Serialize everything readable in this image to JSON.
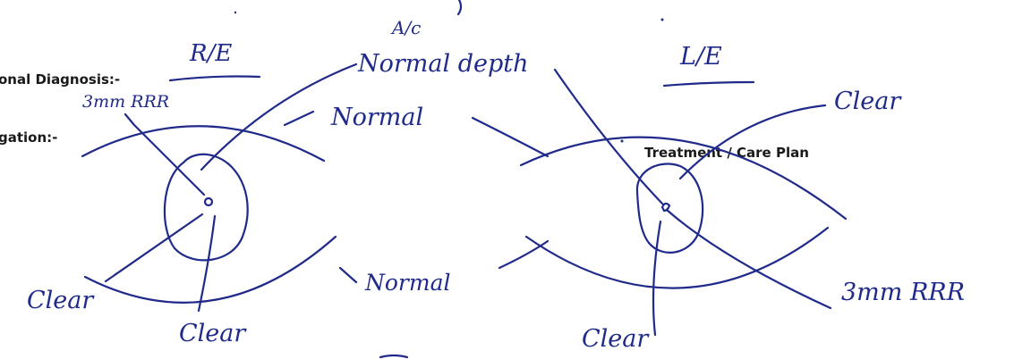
{
  "printed": {
    "provisional_diagnosis": "onal Diagnosis:-",
    "investigation": "gation:-",
    "treatment_care_plan": "Treatment / Care Plan"
  },
  "right_eye": {
    "title": "R/E",
    "ac_tag": "A/c",
    "ac_label": "Normal depth",
    "pupil_label": "3mm RRR",
    "upper_lid_label": "Normal",
    "lower_lid_label": "Normal",
    "cornea_label": "Clear",
    "lens_label": "Clear"
  },
  "left_eye": {
    "title": "L/E",
    "cornea_label": "Clear",
    "pupil_label": "3mm RRR",
    "lens_label": "Clear"
  },
  "ink_color": "#1f2a8a"
}
